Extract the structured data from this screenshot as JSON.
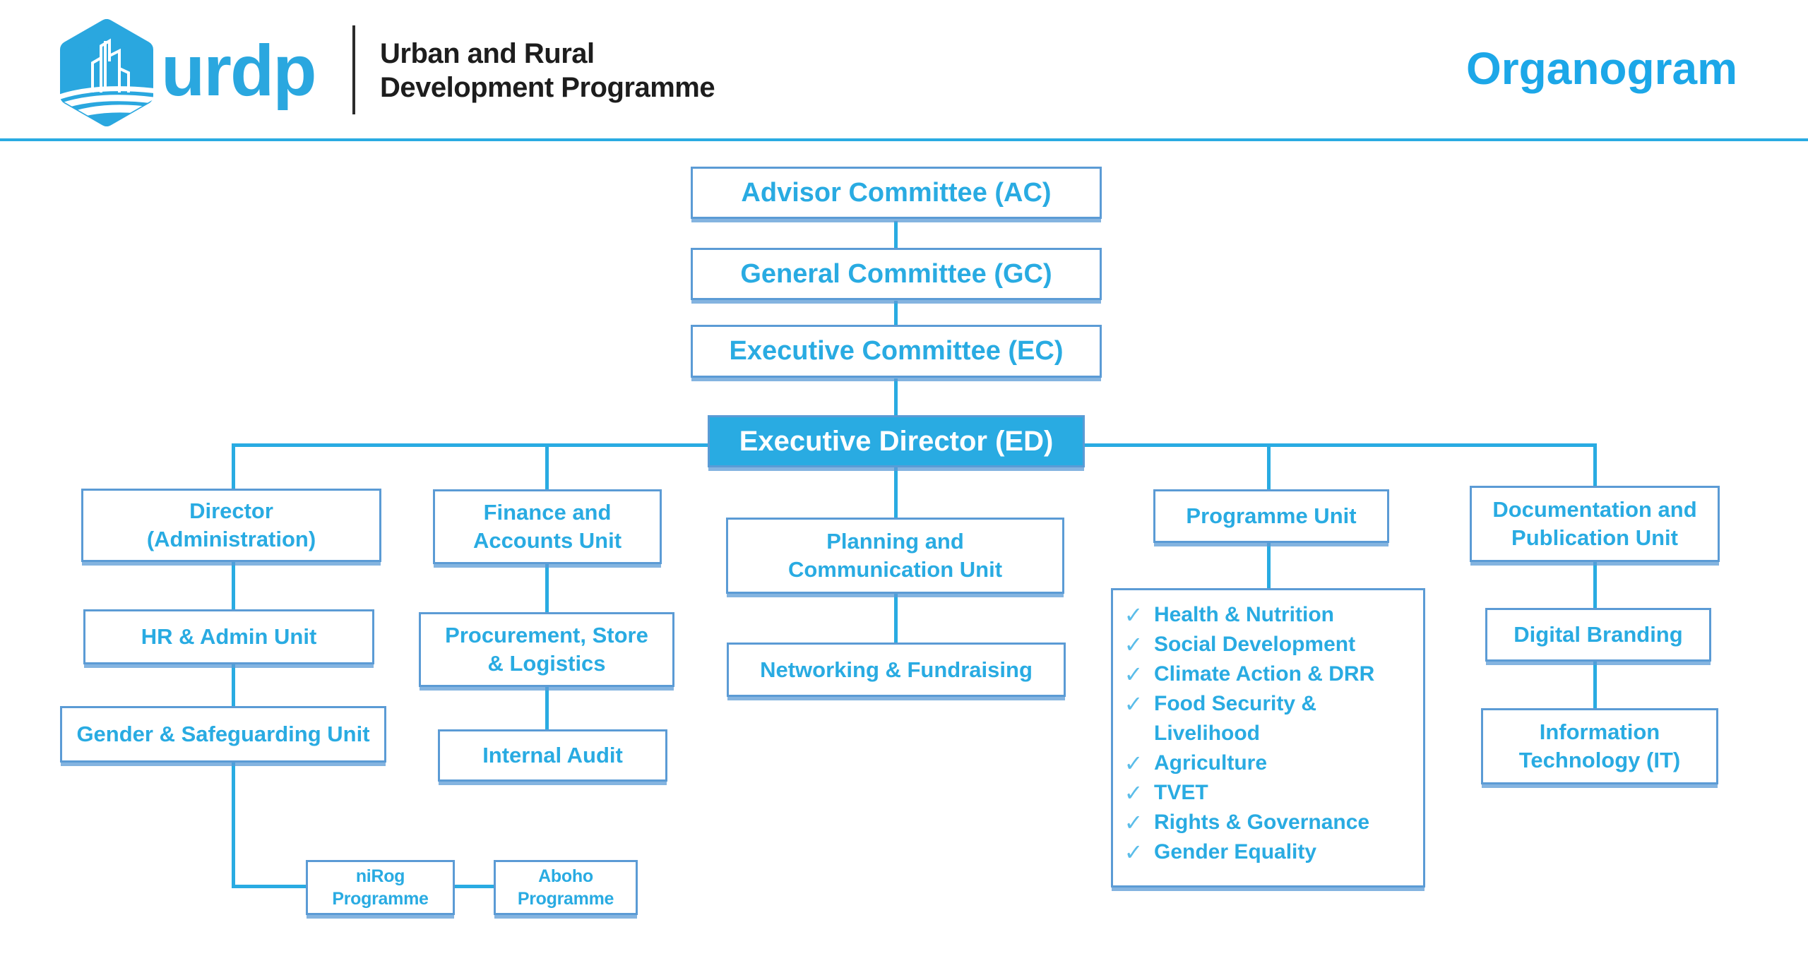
{
  "page_title": "Organogram",
  "brand": {
    "wordmark": "urdp",
    "tagline_line1": "Urban and Rural",
    "tagline_line2": "Development Programme"
  },
  "colors": {
    "accent_blue": "#29ABE2",
    "box_border_blue": "#5B9BD5",
    "checkmark_blue": "#5BBDE9",
    "header_text_dark": "#1D1D1D"
  },
  "icons": {
    "check": "✓",
    "logo": "urdp-house-city-fields"
  },
  "nodes": {
    "advisor_committee": {
      "label": "Advisor Committee (AC)"
    },
    "general_committee": {
      "label": "General Committee (GC)"
    },
    "executive_committee": {
      "label": "Executive Committee (EC)"
    },
    "executive_director": {
      "label": "Executive Director (ED)"
    },
    "director_administration": {
      "line1": "Director",
      "line2": "(Administration)"
    },
    "finance_accounts": {
      "line1": "Finance and",
      "line2": "Accounts Unit"
    },
    "hr_admin": {
      "label": "HR & Admin Unit"
    },
    "gender_safeguarding": {
      "label": "Gender & Safeguarding Unit"
    },
    "procurement_store_logistics": {
      "line1": "Procurement, Store",
      "line2": "& Logistics"
    },
    "internal_audit": {
      "label": "Internal Audit"
    },
    "planning_communication": {
      "line1": "Planning and",
      "line2": "Communication Unit"
    },
    "networking_fundraising": {
      "label": "Networking & Fundraising"
    },
    "programme_unit": {
      "label": "Programme Unit"
    },
    "documentation_publication": {
      "line1": "Documentation and",
      "line2": "Publication Unit"
    },
    "digital_branding": {
      "label": "Digital Branding"
    },
    "information_technology": {
      "line1": "Information",
      "line2": "Technology (IT)"
    },
    "nirog_programme": {
      "label": "niRog Programme"
    },
    "aboho_programme": {
      "label": "Aboho Programme"
    }
  },
  "programme_focus_areas": [
    "Health & Nutrition",
    "Social Development",
    "Climate Action & DRR",
    "Food Security & Livelihood",
    "Agriculture",
    "TVET",
    "Rights & Governance",
    "Gender Equality"
  ]
}
